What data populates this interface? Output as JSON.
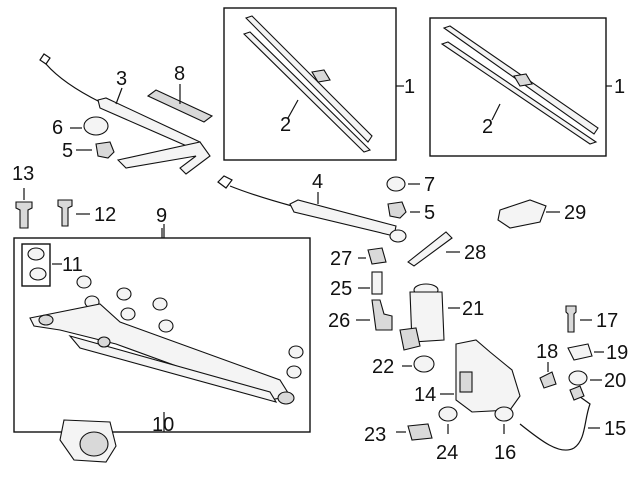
{
  "callouts": {
    "c1a": "1",
    "c1b": "1",
    "c2a": "2",
    "c2b": "2",
    "c3": "3",
    "c4": "4",
    "c5a": "5",
    "c5b": "5",
    "c6": "6",
    "c7": "7",
    "c8": "8",
    "c9": "9",
    "c10": "10",
    "c11": "11",
    "c12": "12",
    "c13": "13",
    "c14": "14",
    "c15": "15",
    "c16": "16",
    "c17": "17",
    "c18": "18",
    "c19": "19",
    "c20": "20",
    "c21": "21",
    "c22": "22",
    "c23": "23",
    "c24": "24",
    "c25": "25",
    "c26": "26",
    "c27": "27",
    "c28": "28",
    "c29": "29"
  },
  "colors": {
    "line": "#111111",
    "part_fill": "#f4f4f4",
    "part_shade": "#d9d9d9"
  }
}
